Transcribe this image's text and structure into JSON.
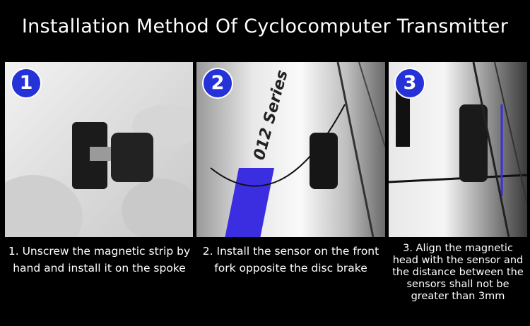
{
  "title": "Installation Method Of Cyclocomputer Transmitter",
  "steps": [
    {
      "number": "1",
      "caption": "1. Unscrew the magnetic strip by hand and install it on the spoke"
    },
    {
      "number": "2",
      "caption": "2. Install the sensor on the front fork opposite the disc brake"
    },
    {
      "number": "3",
      "caption": "3. Align the magnetic head with the sensor and the distance between the sensors shall not be greater than 3mm"
    }
  ],
  "photo_text": {
    "fork_label": "012 Series"
  },
  "colors": {
    "background": "#000000",
    "badge": "#2432d8",
    "accent": "#3b2ee0"
  }
}
